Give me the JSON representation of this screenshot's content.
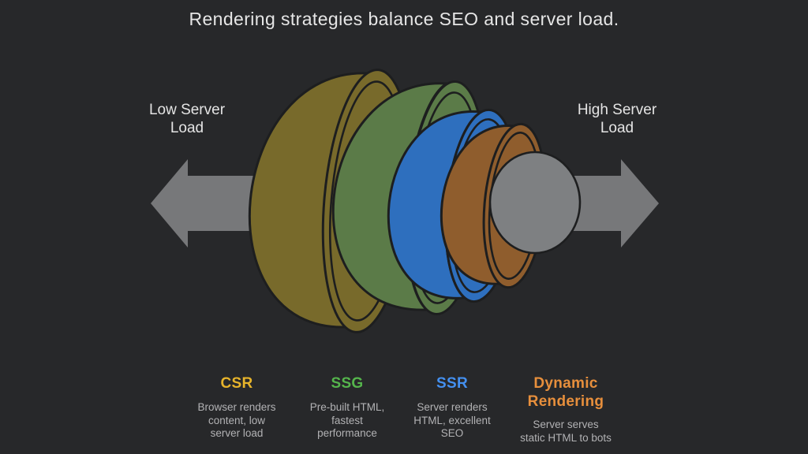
{
  "title": {
    "text": "Rendering strategies balance SEO and server load."
  },
  "axis_labels": {
    "left": {
      "line1": "Low Server",
      "line2": "Load"
    },
    "right": {
      "line1": "High Server",
      "line2": "Load"
    }
  },
  "diagram": {
    "arrow": {
      "description": "double-headed-horizontal-arrow",
      "color": "#77787a"
    },
    "outline_color": "#1d1e1f",
    "layers": [
      {
        "id": "csr",
        "label": "CSR",
        "color": "#786a2b"
      },
      {
        "id": "ssg",
        "label": "SSG",
        "color": "#5b7b48"
      },
      {
        "id": "ssr",
        "label": "SSR",
        "color": "#2e6fbe"
      },
      {
        "id": "dynamic",
        "label": "Dynamic Rendering",
        "color": "#8f5d2d"
      }
    ],
    "core": {
      "color": "#7e8082"
    }
  },
  "legend": {
    "items": [
      {
        "id": "csr",
        "heading_line1": "CSR",
        "color": "#e7b42b",
        "desc_line1": "Browser renders",
        "desc_line2": "content, low",
        "desc_line3": "server load"
      },
      {
        "id": "ssg",
        "heading_line1": "SSG",
        "color": "#55b54c",
        "desc_line1": "Pre-built HTML,",
        "desc_line2": "fastest",
        "desc_line3": "performance"
      },
      {
        "id": "ssr",
        "heading_line1": "SSR",
        "color": "#4490f0",
        "desc_line1": "Server renders",
        "desc_line2": "HTML, excellent",
        "desc_line3": "SEO"
      },
      {
        "id": "dynamic",
        "heading_line1": "Dynamic",
        "heading_line2": "Rendering",
        "color": "#e78f3c",
        "desc_line1": "Server serves",
        "desc_line2": "static HTML to bots"
      }
    ]
  }
}
